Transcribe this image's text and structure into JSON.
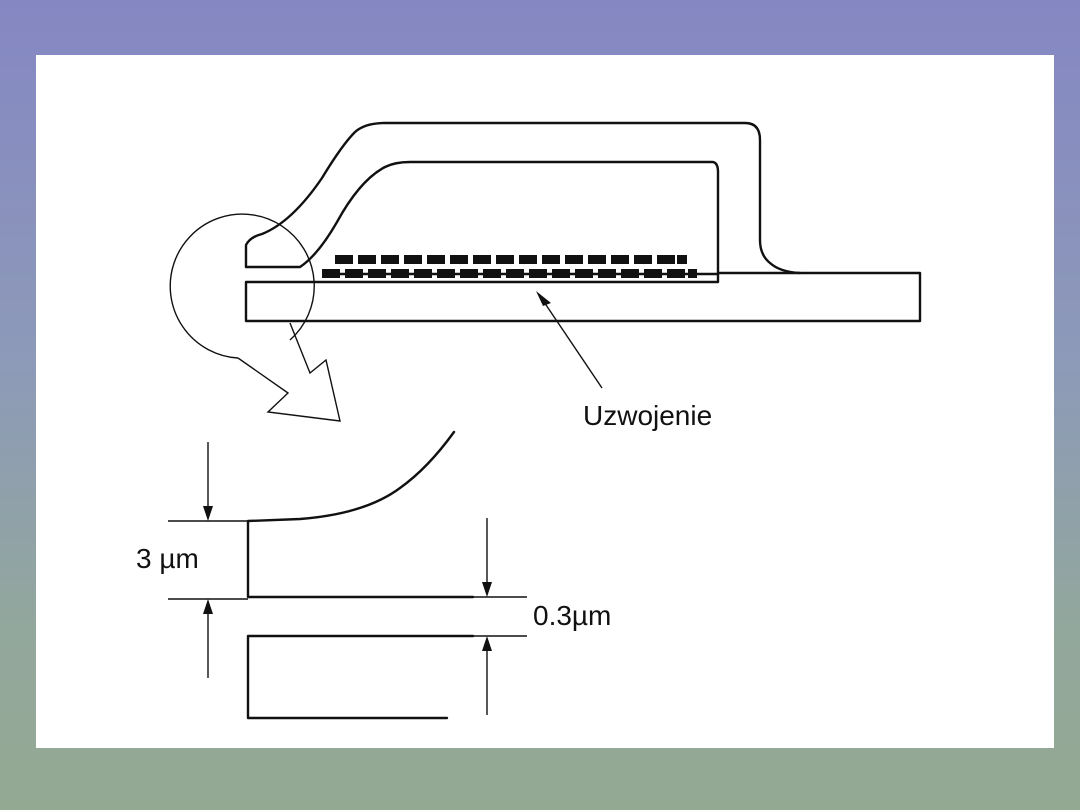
{
  "labels": {
    "winding": "Uzwojenie",
    "gap_height": "3 µm",
    "gap_width": "0.3µm"
  },
  "colors": {
    "background_top": "#8587c3",
    "background_bottom": "#93a992",
    "slide": "#ffffff",
    "ink": "#111111"
  }
}
